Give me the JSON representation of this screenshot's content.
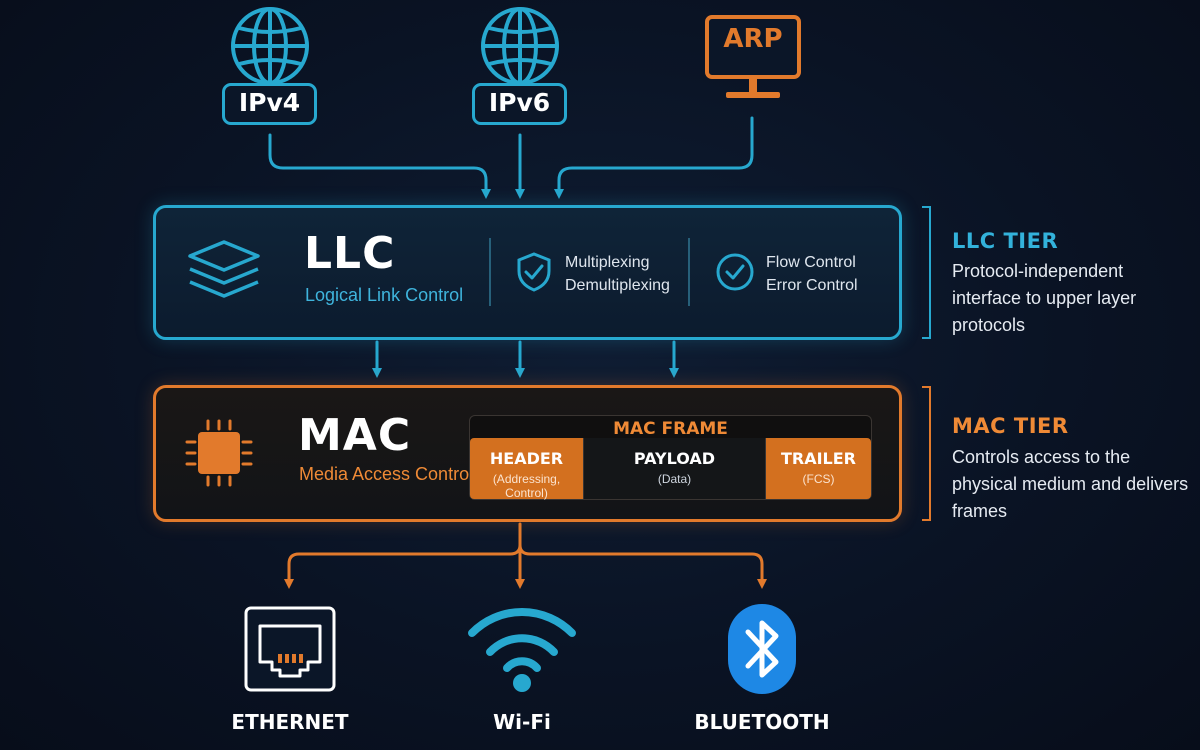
{
  "protocols": {
    "ipv4": {
      "label": "IPv4",
      "icon": "globe-icon"
    },
    "ipv6": {
      "label": "IPv6",
      "icon": "globe-icon"
    },
    "arp": {
      "label": "ARP",
      "icon": "monitor-icon"
    }
  },
  "llc": {
    "title": "LLC",
    "subtitle": "Logical Link Control",
    "icon": "layers-icon",
    "features": [
      {
        "icon": "shield-check-icon",
        "line1": "Multiplexing",
        "line2": "Demultiplexing"
      },
      {
        "icon": "check-circle-icon",
        "line1": "Flow Control",
        "line2": "Error Control"
      }
    ]
  },
  "mac": {
    "title": "MAC",
    "subtitle": "Media Access Control",
    "icon": "chip-icon",
    "frame": {
      "title": "MAC FRAME",
      "segments": [
        {
          "name": "HEADER",
          "sub": "(Addressing, Control)"
        },
        {
          "name": "PAYLOAD",
          "sub": "(Data)"
        },
        {
          "name": "TRAILER",
          "sub": "(FCS)"
        }
      ]
    }
  },
  "side_notes": {
    "llc": {
      "title": "LLC TIER",
      "text": "Protocol-independent interface to upper layer protocols"
    },
    "mac": {
      "title": "MAC TIER",
      "text": "Controls access to the physical medium and delivers frames"
    }
  },
  "media": [
    {
      "label": "ETHERNET",
      "icon": "ethernet-port-icon"
    },
    {
      "label": "Wi-Fi",
      "icon": "wifi-icon"
    },
    {
      "label": "BLUETOOTH",
      "icon": "bluetooth-icon"
    }
  ],
  "colors": {
    "llc_accent": "#27a8cf",
    "mac_accent": "#e27a2c",
    "background": "#0a1324",
    "bluetooth": "#1e88e5"
  }
}
